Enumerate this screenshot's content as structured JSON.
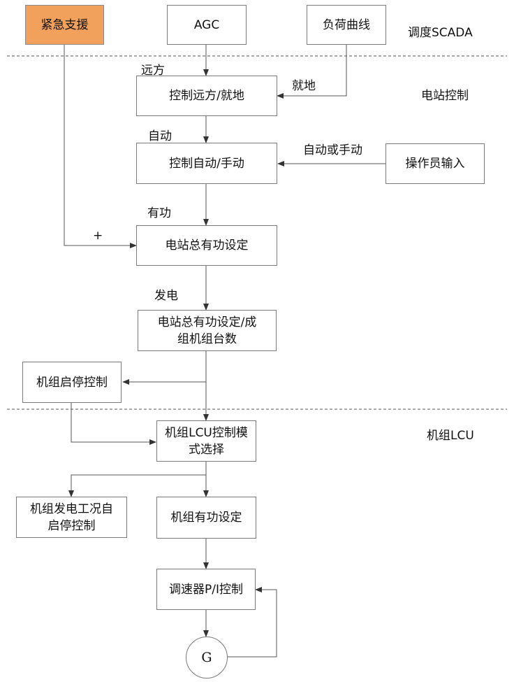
{
  "zones": {
    "scada": "调度SCADA",
    "station": "电站控制",
    "unit": "机组LCU"
  },
  "nodes": {
    "emergency": "紧急支援",
    "agc": "AGC",
    "load_curve": "负荷曲线",
    "remote_local": "控制远方/就地",
    "auto_manual": "控制自动/手动",
    "operator_input": "操作员输入",
    "station_active": "电站总有功设定",
    "station_active_units_l1": "电站总有功设定/成",
    "station_active_units_l2": "组机组台数",
    "unit_start_stop": "机组启停控制",
    "lcu_mode_l1": "机组LCU控制模",
    "lcu_mode_l2": "式选择",
    "auto_start_stop_l1": "机组发电工况自",
    "auto_start_stop_l2": "启停控制",
    "unit_active": "机组有功设定",
    "governor": "调速器P/I控制",
    "generator": "G"
  },
  "edge_labels": {
    "remote": "远方",
    "local": "就地",
    "auto": "自动",
    "auto_or_manual": "自动或手动",
    "active": "有功",
    "plus": "+",
    "generation": "发电"
  }
}
